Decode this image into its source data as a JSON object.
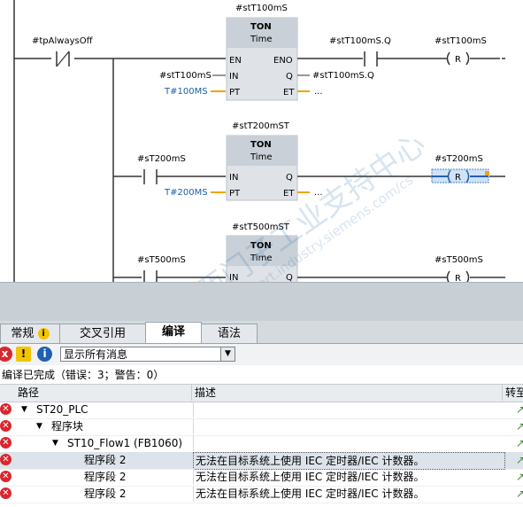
{
  "ladder": {
    "contact_always_off": "#tpAlwaysOff",
    "block1": {
      "instance": "#stT100mS",
      "type": "TON",
      "subtype": "Time",
      "pin_en": "EN",
      "pin_eno": "ENO",
      "pin_in": "IN",
      "pin_q": "Q",
      "pin_pt": "PT",
      "pin_et": "ET",
      "in_operand": "#stT100mS",
      "pt_operand": "T#100MS",
      "q_operand": "#stT100mS.Q",
      "et_operand": "...",
      "contact_label": "#stT100mS.Q",
      "coil_label": "#stT100mS",
      "coil_symbol": "R"
    },
    "block2": {
      "instance": "#stT200mST",
      "type": "TON",
      "subtype": "Time",
      "pin_in": "IN",
      "pin_q": "Q",
      "pin_pt": "PT",
      "pin_et": "ET",
      "contact_label": "#sT200mS",
      "pt_operand": "T#200MS",
      "et_operand": "...",
      "coil_label": "#sT200mS",
      "coil_symbol": "R"
    },
    "block3": {
      "instance": "#stT500mST",
      "type": "TON",
      "subtype": "Time",
      "pin_in": "IN",
      "pin_q": "Q",
      "contact_label": "#sT500mS",
      "coil_label": "#sT500mS",
      "coil_symbol": "R"
    }
  },
  "watermark": {
    "brand": "西门子工业支持中心",
    "url": "support.industry.siemens.com/cs"
  },
  "tabs": [
    {
      "label": "常规",
      "active": false
    },
    {
      "label": "交叉引用",
      "active": false
    },
    {
      "label": "编译",
      "active": true
    },
    {
      "label": "语法",
      "active": false
    }
  ],
  "tab_info_icon": "i",
  "toolbar": {
    "error_filter_icon": "x",
    "warning_filter_icon": "!",
    "info_filter_icon": "i",
    "filter_selected": "显示所有消息"
  },
  "status_text": "编译已完成（错误：3；警告：0）",
  "columns": {
    "path": "路径",
    "description": "描述",
    "goto": "转至"
  },
  "rows": [
    {
      "indent": 0,
      "expand": "▼",
      "path": "ST20_PLC",
      "description": ""
    },
    {
      "indent": 1,
      "expand": "▼",
      "path": "程序块",
      "description": ""
    },
    {
      "indent": 2,
      "expand": "▼",
      "path": "ST10_Flow1 (FB1060)",
      "description": ""
    },
    {
      "indent": 3,
      "expand": "",
      "path": "程序段 2",
      "description": "无法在目标系统上使用 IEC 定时器/IEC 计数器。",
      "selected": true
    },
    {
      "indent": 3,
      "expand": "",
      "path": "程序段 2",
      "description": "无法在目标系统上使用 IEC 定时器/IEC 计数器。"
    },
    {
      "indent": 3,
      "expand": "",
      "path": "程序段 2",
      "description": "无法在目标系统上使用 IEC 定时器/IEC 计数器。"
    }
  ]
}
